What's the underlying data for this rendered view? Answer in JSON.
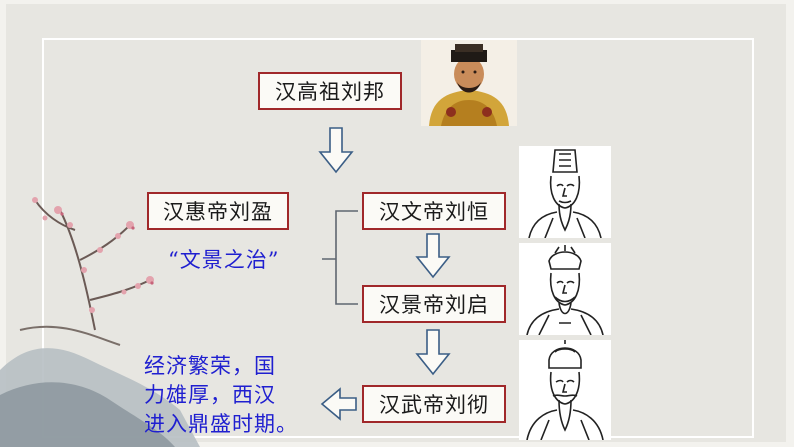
{
  "diagram": {
    "root": "汉高祖刘邦",
    "hui_emperor": "汉惠帝刘盈",
    "wen_emperor": "汉文帝刘恒",
    "jing_emperor": "汉景帝刘启",
    "wu_emperor": "汉武帝刘彻",
    "wenjing_label": "“文景之治”",
    "summary_lines": [
      "经济繁荣，国",
      "力雄厚，西汉",
      "进入鼎盛时期。"
    ]
  },
  "colors": {
    "box_border": "#a0282a",
    "accent_text": "#1f1fd0",
    "arrow": "#3b5e86"
  },
  "icons": [
    "liu-bang-portrait",
    "liu-heng-portrait",
    "liu-qi-portrait",
    "liu-che-portrait",
    "ink-mountain-blossom-painting"
  ]
}
